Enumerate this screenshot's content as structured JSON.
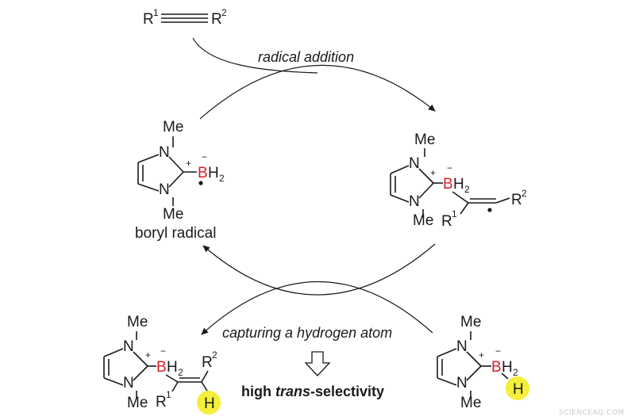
{
  "alkyne": {
    "r1": "R",
    "r1_sup": "1",
    "r2": "R",
    "r2_sup": "2"
  },
  "steps": {
    "radical_addition": "radical addition",
    "capture": "capturing a hydrogen atom"
  },
  "atoms": {
    "me": "Me",
    "n": "N",
    "b": "B",
    "h2": "H",
    "h2_sub": "2",
    "h": "H",
    "plus": "+",
    "minus": "−",
    "r": "R",
    "sup1": "1",
    "sup2": "2"
  },
  "labels": {
    "boryl_radical": "boryl radical",
    "selectivity_prefix": "high ",
    "selectivity_italic": "trans",
    "selectivity_suffix": "-selectivity"
  },
  "colors": {
    "boron": "#d4202a",
    "highlight": "#f3ef3a",
    "ink": "#1a1a1a"
  },
  "watermark": "SCIENCEAQ.COM"
}
